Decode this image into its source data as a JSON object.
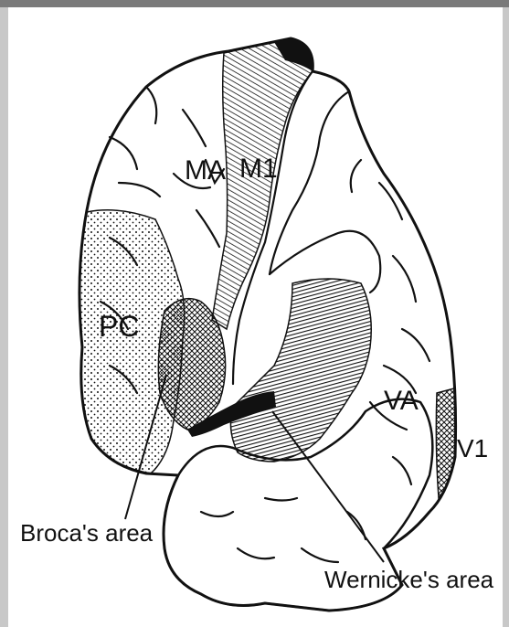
{
  "labels": {
    "ma": "MA",
    "m1": "M1",
    "pc": "PC",
    "va": "VA",
    "v1": "V1",
    "broca": "Broca's area",
    "wernicke": "Wernicke's area"
  },
  "colors": {
    "ink": "#111111",
    "paper": "#ffffff",
    "frame_top": "#7a7a7a",
    "frame_side": "#c8c8c8"
  }
}
